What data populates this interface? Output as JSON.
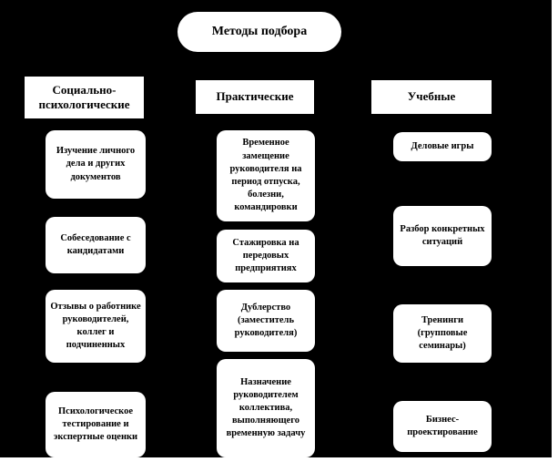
{
  "diagram": {
    "title": "Методы подбора",
    "columns": [
      {
        "header": "Социально-психологические",
        "items": [
          "Изучение личного дела и других документов",
          "Собеседование с кандидатами",
          "Отзывы о работнике руководителей, коллег и подчиненных",
          "Психологическое тестирование и экспертные оценки"
        ]
      },
      {
        "header": "Практические",
        "items": [
          "Временное замещение руководителя на период отпуска, болезни, командировки",
          "Стажировка на передовых предприятиях",
          "Дублерство (заместитель руководителя)",
          "Назначение руководителем коллектива, выполняющего временную задачу"
        ]
      },
      {
        "header": "Учебные",
        "items": [
          "Деловые игры",
          "Разбор конкретных ситуаций",
          "Тренинги (групповые семинары)",
          "Бизнес-проектирование"
        ]
      }
    ]
  },
  "colors": {
    "background": "#000000",
    "node_background": "#ffffff",
    "node_text": "#000000"
  }
}
